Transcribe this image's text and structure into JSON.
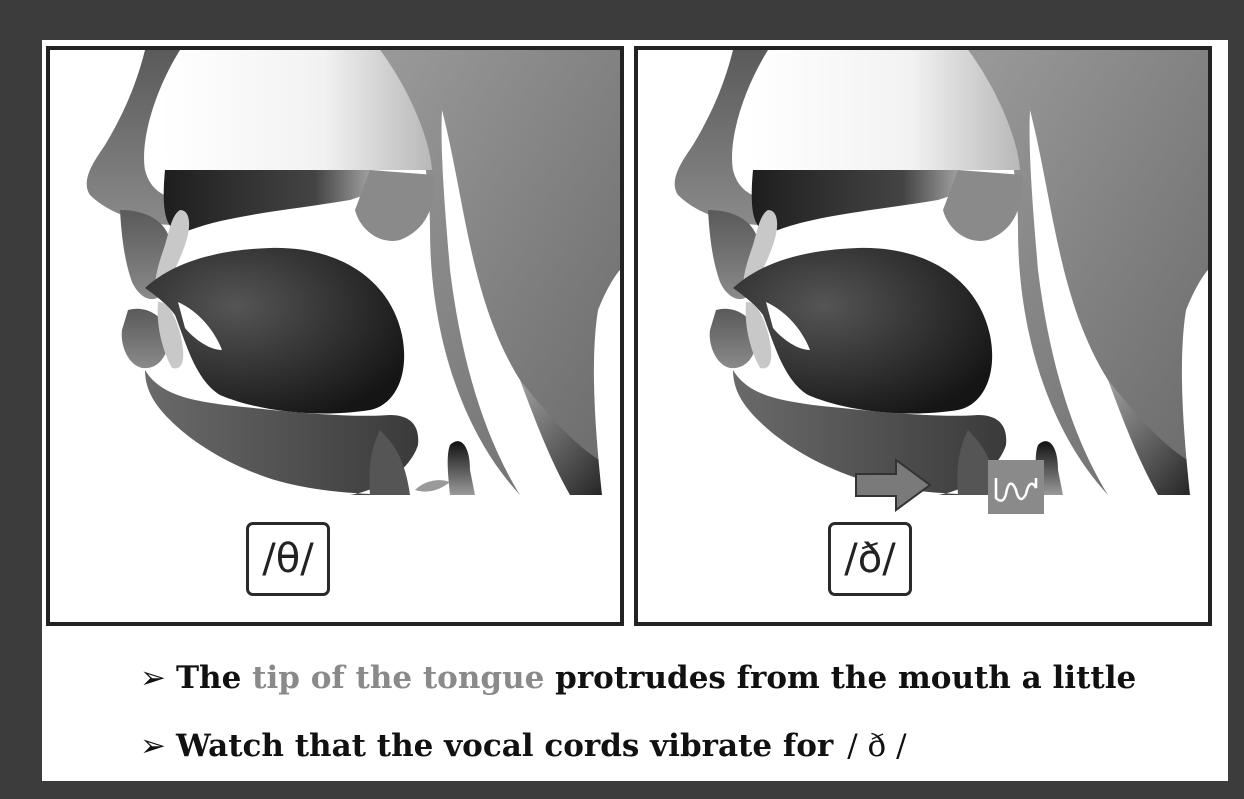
{
  "panels": [
    {
      "symbol": "/θ/"
    },
    {
      "symbol": "/ð/"
    }
  ],
  "bullets": {
    "marker": "➢",
    "line1": {
      "pre": "The",
      "highlight": "tip of the tongue",
      "post": "protrudes from the mouth a little"
    },
    "line2": {
      "text": "Watch that the vocal cords vibrate for",
      "symbol": "/ ð /"
    }
  },
  "colors": {
    "highlight": "#8a8a8a",
    "background": "#3c3c3c",
    "tongue": "#2e2e2e",
    "skin": "#6e6e6e"
  },
  "icons": [
    "right-arrow-icon",
    "vibration-wave-icon"
  ]
}
